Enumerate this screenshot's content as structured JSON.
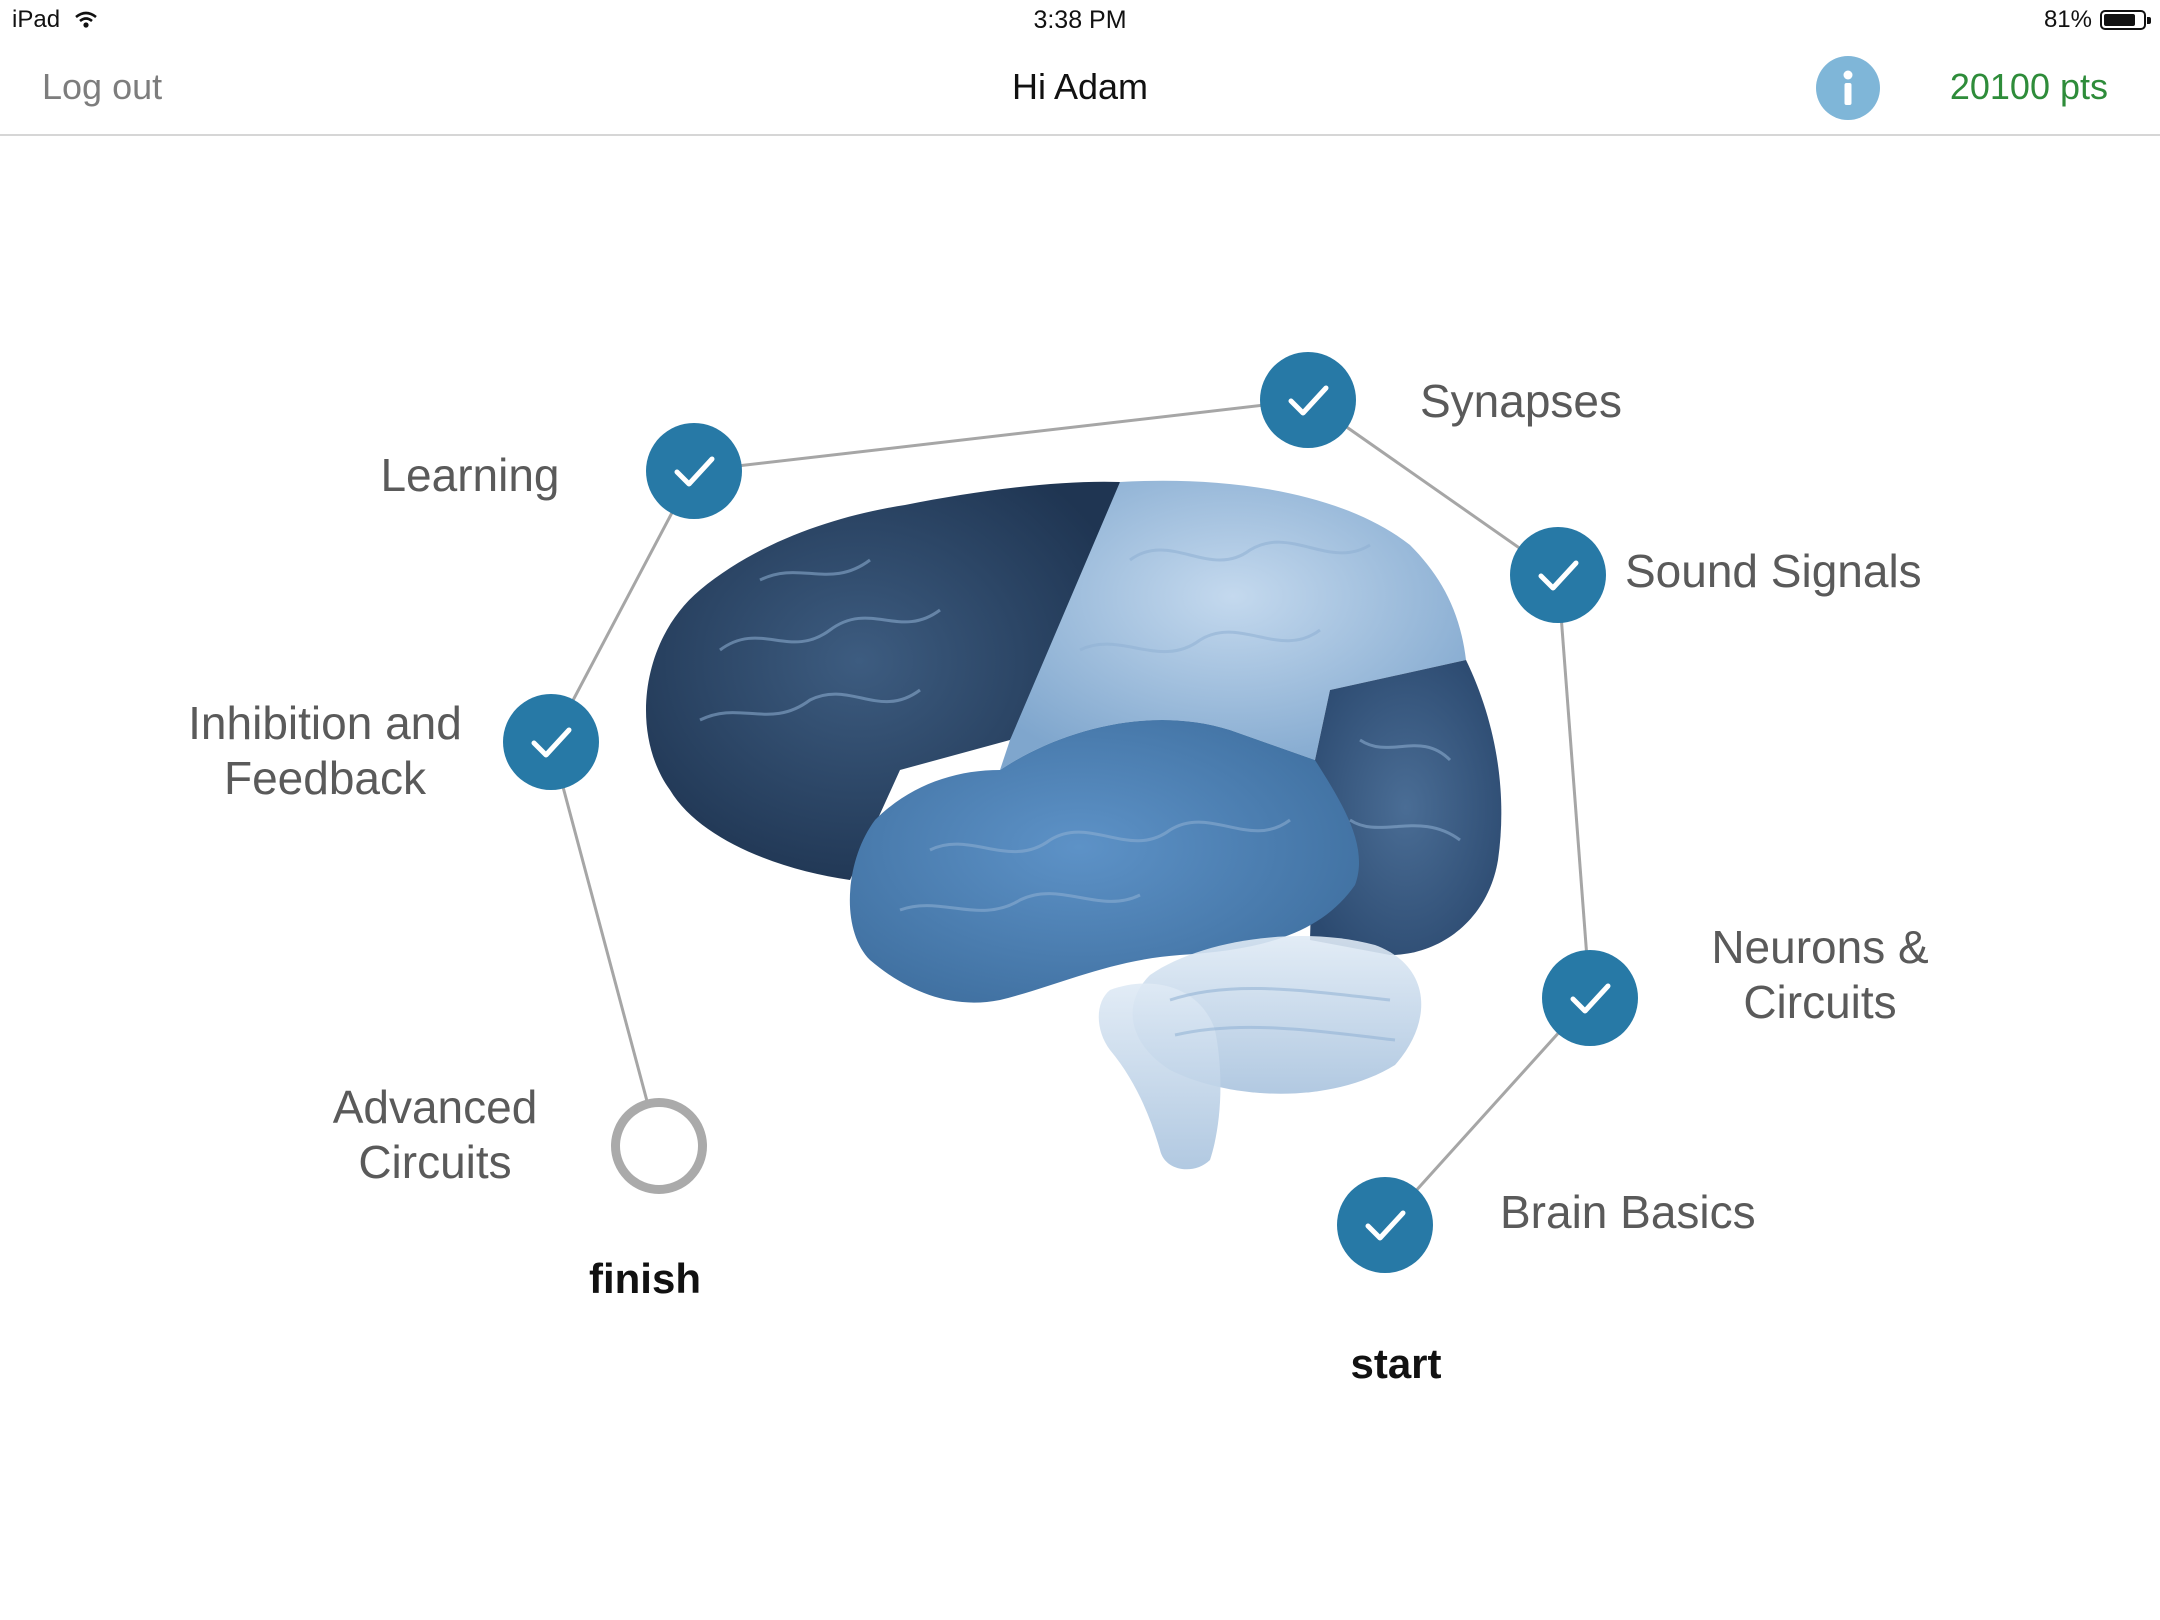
{
  "status_bar": {
    "device": "iPad",
    "wifi_icon": "wifi-icon",
    "time": "3:38 PM",
    "battery_percent": "81%",
    "battery_level": 0.81
  },
  "nav": {
    "logout_label": "Log out",
    "greeting": "Hi Adam",
    "info_icon": "info-icon",
    "points": "20100 pts"
  },
  "colors": {
    "completed_node": "#2779a6",
    "pending_node_ring": "#aaaaaa",
    "points_text": "#2e8c3a",
    "info_button": "#7fb6d8",
    "path_line": "#a6a6a6"
  },
  "course_map": {
    "image": "brain-illustration",
    "modules": [
      {
        "label": "Brain Basics",
        "status": "completed"
      },
      {
        "label": "Neurons &\nCircuits",
        "status": "completed"
      },
      {
        "label": "Sound Signals",
        "status": "completed"
      },
      {
        "label": "Synapses",
        "status": "completed"
      },
      {
        "label": "Learning",
        "status": "completed"
      },
      {
        "label": "Inhibition and\nFeedback",
        "status": "completed"
      },
      {
        "label": "Advanced\nCircuits",
        "status": "not-started"
      }
    ],
    "start_label": "start",
    "finish_label": "finish"
  }
}
